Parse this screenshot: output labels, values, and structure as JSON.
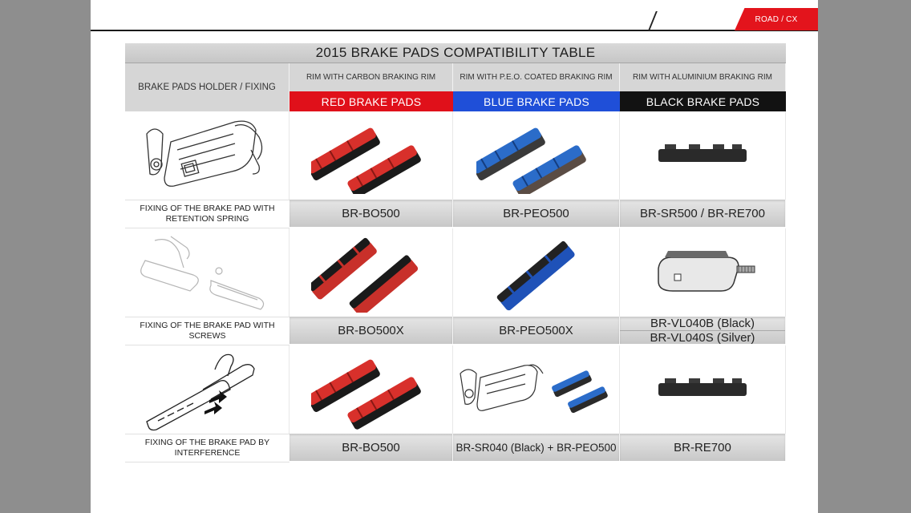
{
  "header": {
    "tab_label": "ROAD / CX"
  },
  "table": {
    "title": "2015 BRAKE PADS COMPATIBILITY TABLE",
    "holder_header": "BRAKE PADS HOLDER / FIXING",
    "columns": [
      {
        "rim": "RIM WITH CARBON BRAKING RIM",
        "pad": "RED BRAKE PADS",
        "color": "#e0101a"
      },
      {
        "rim": "RIM WITH P.E.O. COATED BRAKING RIM",
        "pad": "BLUE BRAKE PADS",
        "color": "#1f4fd8"
      },
      {
        "rim": "RIM WITH ALUMINIUM BRAKING RIM",
        "pad": "BLACK BRAKE PADS",
        "color": "#121212"
      }
    ],
    "rows": [
      {
        "fixing": "FIXING OF THE BRAKE PAD WITH RETENTION SPRING",
        "codes": [
          "BR-BO500",
          "BR-PEO500",
          "BR-SR500 / BR-RE700"
        ]
      },
      {
        "fixing": "FIXING OF THE BRAKE PAD WITH SCREWS",
        "codes": [
          "BR-BO500X",
          "BR-PEO500X"
        ],
        "codes_split": [
          "BR-VL040B (Black)",
          "BR-VL040S (Silver)"
        ]
      },
      {
        "fixing": "FIXING OF THE BRAKE PAD BY INTERFERENCE",
        "codes": [
          "BR-BO500",
          "BR-SR040 (Black) + BR-PEO500",
          "BR-RE700"
        ]
      }
    ]
  }
}
